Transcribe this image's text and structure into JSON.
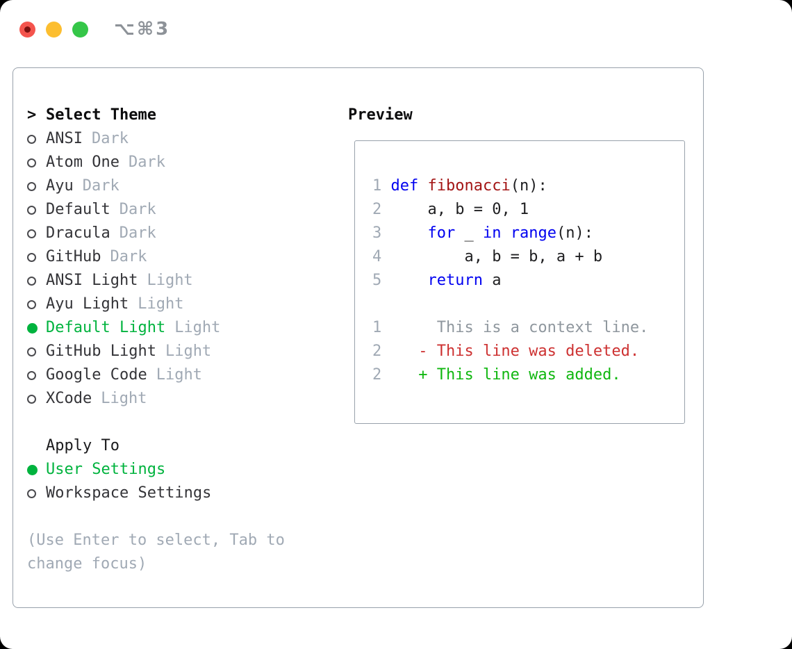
{
  "window": {
    "title": "⌥⌘3",
    "traffic_lights": {
      "close": "close-button",
      "minimize": "minimize-button",
      "zoom": "zoom-button"
    }
  },
  "panel": {
    "select_theme_header": {
      "prefix": ">",
      "label": "Select Theme"
    },
    "themes": [
      {
        "name": "ANSI",
        "tag": "Dark",
        "selected": false
      },
      {
        "name": "Atom One",
        "tag": "Dark",
        "selected": false
      },
      {
        "name": "Ayu",
        "tag": "Dark",
        "selected": false
      },
      {
        "name": "Default",
        "tag": "Dark",
        "selected": false
      },
      {
        "name": "Dracula",
        "tag": "Dark",
        "selected": false
      },
      {
        "name": "GitHub",
        "tag": "Dark",
        "selected": false
      },
      {
        "name": "ANSI Light",
        "tag": "Light",
        "selected": false
      },
      {
        "name": "Ayu Light",
        "tag": "Light",
        "selected": false
      },
      {
        "name": "Default Light",
        "tag": "Light",
        "selected": true
      },
      {
        "name": "GitHub Light",
        "tag": "Light",
        "selected": false
      },
      {
        "name": "Google Code",
        "tag": "Light",
        "selected": false
      },
      {
        "name": "XCode",
        "tag": "Light",
        "selected": false
      }
    ],
    "apply_to": {
      "label": "Apply To",
      "options": [
        {
          "name": "User Settings",
          "selected": true
        },
        {
          "name": "Workspace Settings",
          "selected": false
        }
      ]
    },
    "help_text": "(Use Enter to select, Tab to change focus)"
  },
  "preview": {
    "label": "Preview",
    "code_lines": [
      {
        "num": "1",
        "segments": [
          {
            "c": "kw",
            "t": "def"
          },
          {
            "c": "plain",
            "t": " "
          },
          {
            "c": "fn",
            "t": "fibonacci"
          },
          {
            "c": "plain",
            "t": "(n):"
          }
        ]
      },
      {
        "num": "2",
        "segments": [
          {
            "c": "plain",
            "t": "    a, b = 0, 1"
          }
        ]
      },
      {
        "num": "3",
        "segments": [
          {
            "c": "plain",
            "t": "    "
          },
          {
            "c": "kw",
            "t": "for"
          },
          {
            "c": "plain",
            "t": " _ "
          },
          {
            "c": "kw",
            "t": "in"
          },
          {
            "c": "plain",
            "t": " "
          },
          {
            "c": "kw",
            "t": "range"
          },
          {
            "c": "plain",
            "t": "(n):"
          }
        ]
      },
      {
        "num": "4",
        "segments": [
          {
            "c": "plain",
            "t": "        a, b = b, a + b"
          }
        ]
      },
      {
        "num": "5",
        "segments": [
          {
            "c": "plain",
            "t": "    "
          },
          {
            "c": "kw",
            "t": "return"
          },
          {
            "c": "plain",
            "t": " a"
          }
        ]
      }
    ],
    "diff_lines": [
      {
        "num": "1",
        "marker": " ",
        "text": "This is a context line.",
        "type": "context"
      },
      {
        "num": "2",
        "marker": "-",
        "text": "This line was deleted.",
        "type": "deleted"
      },
      {
        "num": "2",
        "marker": "+",
        "text": "This line was added.",
        "type": "added"
      }
    ]
  },
  "colors": {
    "accent_green": "#00b33e",
    "keyword_blue": "#0000f0",
    "function_red": "#a31515",
    "diff_deleted_red": "#cd3131",
    "diff_added_green": "#10b710",
    "muted_gray": "#a0a9b4",
    "border_gray": "#98a1ab",
    "traffic_red": "#f4544d",
    "traffic_yellow": "#fcbe30",
    "traffic_green": "#35c648"
  }
}
